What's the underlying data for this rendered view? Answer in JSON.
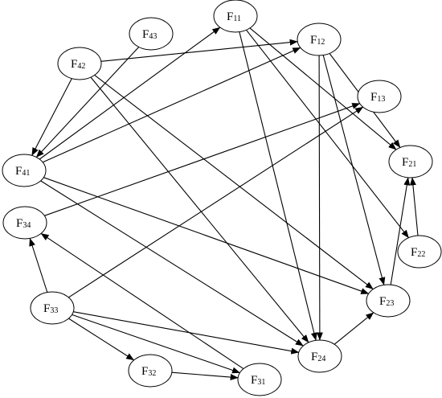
{
  "diagram": {
    "type": "directed-graph",
    "nodes": [
      {
        "id": "F11",
        "letter": "F",
        "sub": "11"
      },
      {
        "id": "F12",
        "letter": "F",
        "sub": "12"
      },
      {
        "id": "F13",
        "letter": "F",
        "sub": "13"
      },
      {
        "id": "F21",
        "letter": "F",
        "sub": "21"
      },
      {
        "id": "F22",
        "letter": "F",
        "sub": "22"
      },
      {
        "id": "F23",
        "letter": "F",
        "sub": "23"
      },
      {
        "id": "F24",
        "letter": "F",
        "sub": "24"
      },
      {
        "id": "F31",
        "letter": "F",
        "sub": "31"
      },
      {
        "id": "F32",
        "letter": "F",
        "sub": "32"
      },
      {
        "id": "F33",
        "letter": "F",
        "sub": "33"
      },
      {
        "id": "F34",
        "letter": "F",
        "sub": "34"
      },
      {
        "id": "F41",
        "letter": "F",
        "sub": "41"
      },
      {
        "id": "F42",
        "letter": "F",
        "sub": "42"
      },
      {
        "id": "F43",
        "letter": "F",
        "sub": "43"
      }
    ],
    "edges": [
      {
        "from": "F42",
        "to": "F12"
      },
      {
        "from": "F42",
        "to": "F41"
      },
      {
        "from": "F42",
        "to": "F23"
      },
      {
        "from": "F42",
        "to": "F24"
      },
      {
        "from": "F43",
        "to": "F41"
      },
      {
        "from": "F41",
        "to": "F11"
      },
      {
        "from": "F41",
        "to": "F12"
      },
      {
        "from": "F41",
        "to": "F23"
      },
      {
        "from": "F41",
        "to": "F24"
      },
      {
        "from": "F11",
        "to": "F21"
      },
      {
        "from": "F11",
        "to": "F22"
      },
      {
        "from": "F11",
        "to": "F24"
      },
      {
        "from": "F12",
        "to": "F21"
      },
      {
        "from": "F12",
        "to": "F23"
      },
      {
        "from": "F12",
        "to": "F24"
      },
      {
        "from": "F22",
        "to": "F21"
      },
      {
        "from": "F23",
        "to": "F21"
      },
      {
        "from": "F24",
        "to": "F23"
      },
      {
        "from": "F34",
        "to": "F13"
      },
      {
        "from": "F33",
        "to": "F13"
      },
      {
        "from": "F33",
        "to": "F34"
      },
      {
        "from": "F33",
        "to": "F32"
      },
      {
        "from": "F33",
        "to": "F31"
      },
      {
        "from": "F33",
        "to": "F24"
      },
      {
        "from": "F31",
        "to": "F34"
      },
      {
        "from": "F32",
        "to": "F31"
      }
    ]
  }
}
